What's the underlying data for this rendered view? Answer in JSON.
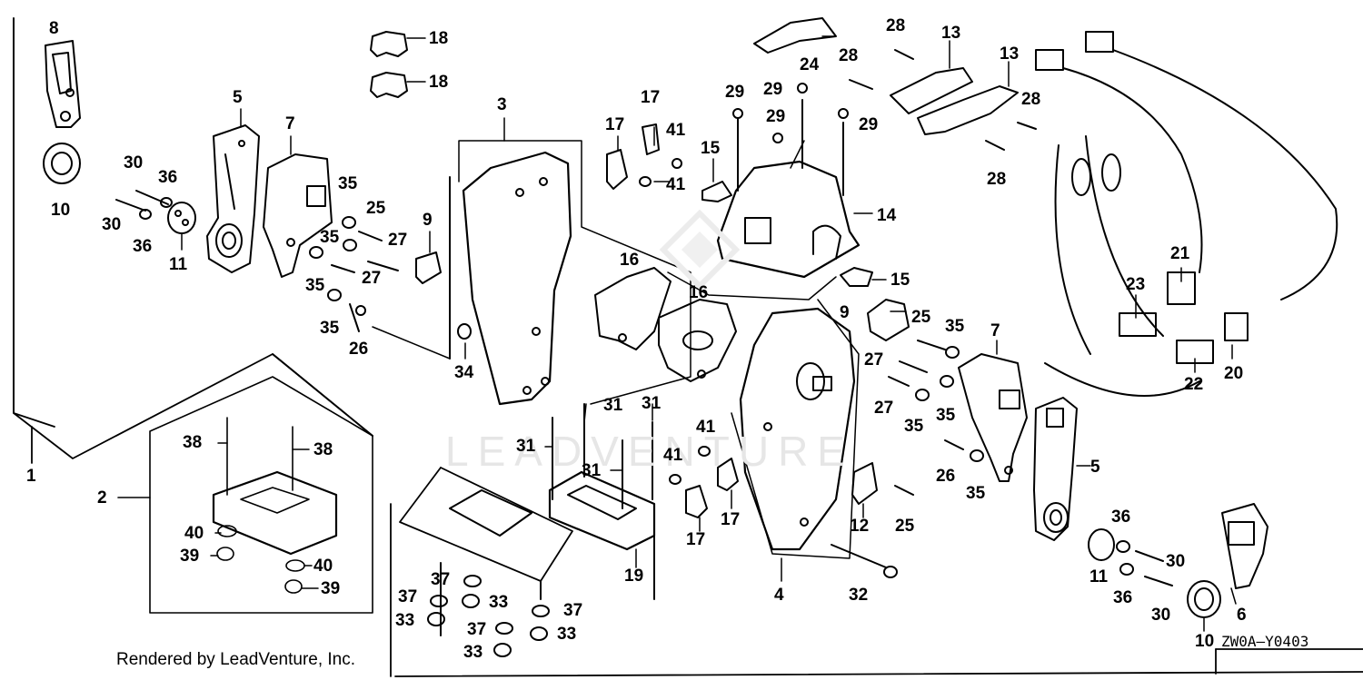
{
  "watermark": "LEADVENTURE",
  "footer": {
    "credit": "Rendered by LeadVenture, Inc.",
    "diagram_code": "ZW0A–Y0403"
  },
  "callouts": {
    "p8": "8",
    "p10a": "10",
    "p5a": "5",
    "p7a": "7",
    "p30a": "30",
    "p36a": "36",
    "p30b": "30",
    "p36b": "36",
    "p11a": "11",
    "p18a": "18",
    "p18b": "18",
    "p3": "3",
    "p35a": "35",
    "p25a": "25",
    "p35b": "35",
    "p27a": "27",
    "p27b": "27",
    "p35c": "35",
    "p35d": "35",
    "p26a": "26",
    "p9a": "9",
    "p34": "34",
    "p17a": "17",
    "p17b": "17",
    "p41a": "41",
    "p41b": "41",
    "p15a": "15",
    "p16a": "16",
    "p16b": "16",
    "p29a": "29",
    "p29b": "29",
    "p29c": "29",
    "p29d": "29",
    "p24": "24",
    "p28a": "28",
    "p28b": "28",
    "p28c": "28",
    "p28d": "28",
    "p13a": "13",
    "p13b": "13",
    "p14": "14",
    "p15b": "15",
    "p9b": "9",
    "p25b": "25",
    "p35e": "35",
    "p7b": "7",
    "p21": "21",
    "p23": "23",
    "p20": "20",
    "p22": "22",
    "p27c": "27",
    "p27d": "27",
    "p35f": "35",
    "p35g": "35",
    "p5b": "5",
    "p26b": "26",
    "p35h": "35",
    "p1": "1",
    "p2": "2",
    "p38a": "38",
    "p38b": "38",
    "p40a": "40",
    "p39a": "39",
    "p40b": "40",
    "p39b": "39",
    "p31a": "31",
    "p31b": "31",
    "p31c": "31",
    "p31d": "31",
    "p41c": "41",
    "p41d": "41",
    "p17c": "17",
    "p17d": "17",
    "p19": "19",
    "p37a": "37",
    "p37b": "37",
    "p33a": "33",
    "p33b": "33",
    "p37c": "37",
    "p37d": "37",
    "p33c": "33",
    "p33d": "33",
    "p4": "4",
    "p12": "12",
    "p25c": "25",
    "p32": "32",
    "p36c": "36",
    "p11b": "11",
    "p30c": "30",
    "p36d": "36",
    "p30d": "30",
    "p6": "6",
    "p10b": "10"
  }
}
